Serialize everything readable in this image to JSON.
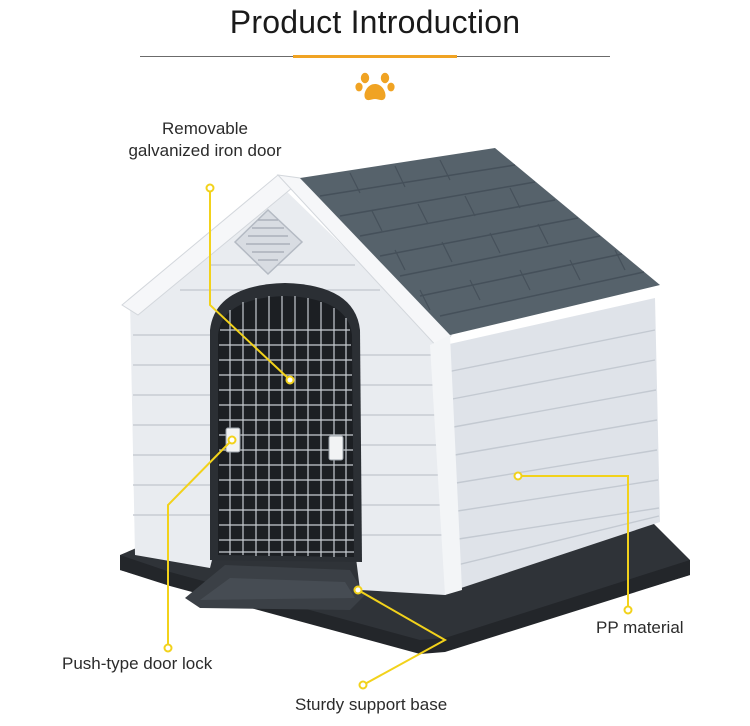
{
  "header": {
    "title": "Product Introduction",
    "accent_color": "#f0a323",
    "icon": "paw-icon"
  },
  "callouts": {
    "door": {
      "line1": "Removable",
      "line2": "galvanized iron door"
    },
    "lock": {
      "text": "Push-type door lock"
    },
    "base": {
      "text": "Sturdy support base"
    },
    "material": {
      "text": "PP material"
    }
  },
  "colors": {
    "leader_line": "#f2d21b",
    "roof": "#56626b",
    "wall": "#e6e9ee",
    "trim": "#f4f6f8",
    "base": "#30343a"
  }
}
